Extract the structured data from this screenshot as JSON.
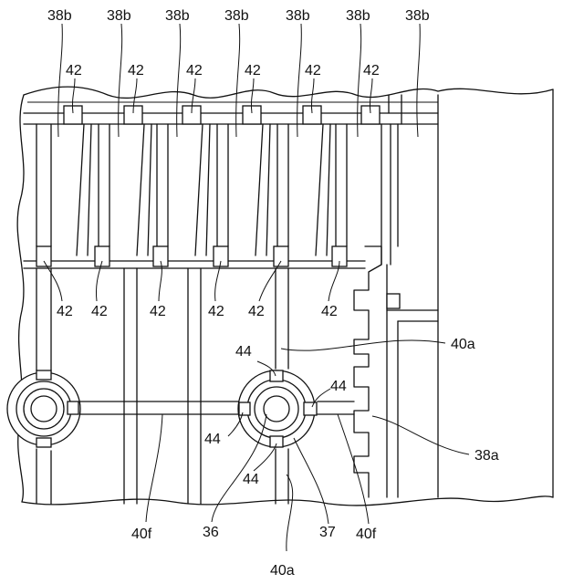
{
  "labels": {
    "top_38b": [
      "38b",
      "38b",
      "38b",
      "38b",
      "38b",
      "38b",
      "38b"
    ],
    "top_42": [
      "42",
      "42",
      "42",
      "42",
      "42",
      "42"
    ],
    "bottom_42": [
      "42",
      "42",
      "42",
      "42",
      "42",
      "42"
    ],
    "l44_top": "44",
    "l44_right": "44",
    "l44_left": "44",
    "l44_bottom": "44",
    "l40a_upper": "40a",
    "l38a": "38a",
    "l36": "36",
    "l37": "37",
    "l40f_left": "40f",
    "l40f_right": "40f",
    "l40a_lower": "40a"
  }
}
